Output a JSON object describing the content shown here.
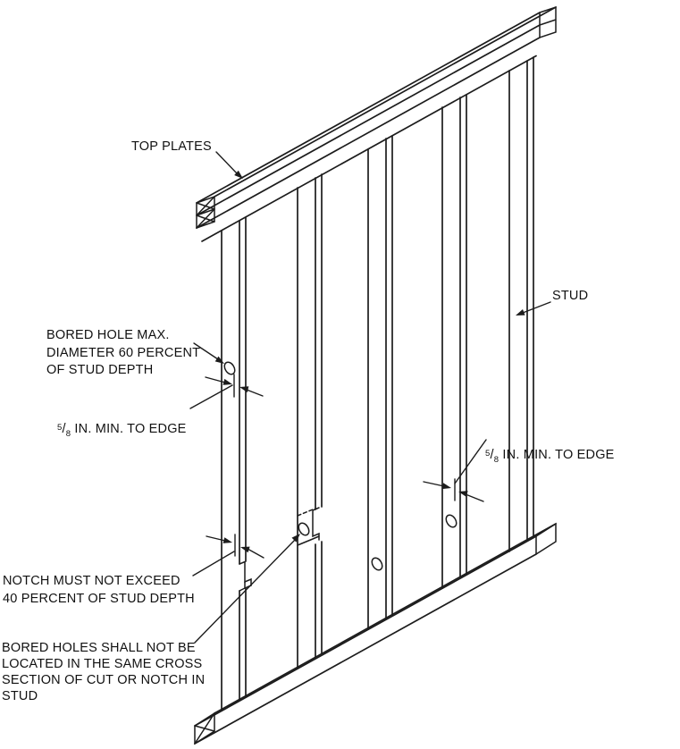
{
  "figure": {
    "title": "Wall stud bored hole and notch limits diagram",
    "background_color": "#ffffff",
    "line_color": "#1c1c1c",
    "labels": {
      "top_plates": {
        "text": "TOP PLATES"
      },
      "stud": {
        "text": "STUD"
      },
      "bored_hole_max": {
        "text": "BORED HOLE MAX.\nDIAMETER 60 PERCENT\nOF STUD DEPTH"
      },
      "min_edge_left": {
        "numerator": "5",
        "slash": "/",
        "denominator": "8",
        "text": " IN. MIN. TO EDGE"
      },
      "min_edge_right": {
        "numerator": "5",
        "slash": "/",
        "denominator": "8",
        "text": " IN. MIN. TO EDGE"
      },
      "notch": {
        "text": "NOTCH MUST NOT EXCEED\n40 PERCENT OF STUD DEPTH"
      },
      "bored_holes_cross_section": {
        "text": "BORED HOLES SHALL NOT BE\nLOCATED IN THE SAME CROSS\nSECTION OF CUT OR NOTCH IN\nSTUD"
      }
    }
  }
}
